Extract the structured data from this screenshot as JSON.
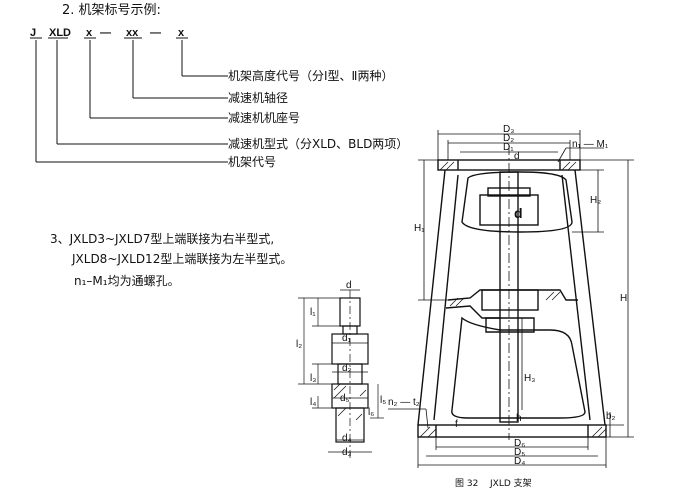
{
  "section2": {
    "heading": "2. 机架标号示例:",
    "code_parts": [
      "J",
      "XLD",
      "x",
      "xx",
      "x"
    ],
    "code_dashes": [
      "—",
      "—"
    ],
    "labels": [
      "机架高度代号（分Ⅰ型、Ⅱ两种）",
      "减速机轴径",
      "减速机机座号",
      "减速机型式（分XLD、BLD两项）",
      "机架代号"
    ]
  },
  "section3": {
    "line1": "3、JXLD3~JXLD7型上端联接为右半型式,",
    "line2": "JXLD8~JXLD12型上端联接为左半型式。",
    "line3": "n₁–M₁均为通螺孔。"
  },
  "drawing": {
    "dims_top": [
      "D₃",
      "D₂",
      "D₁"
    ],
    "dim_n1": "n₁ — M₁",
    "dim_d_small": "d",
    "dim_H2": "H₂",
    "dim_d_big": "d",
    "dim_H1": "H₁",
    "dim_H": "H",
    "dim_H3": "H₃",
    "dim_h": "h",
    "dim_n2": "n₂ — t₂",
    "dim_b2": "b₂",
    "dim_f": "f",
    "dims_bottom": [
      "D₆",
      "D₅",
      "D₄"
    ]
  },
  "detail": {
    "d": "d",
    "l1": "l₁",
    "d1": "d₁",
    "l2": "l₂",
    "l3": "l₃",
    "d2": "d₂",
    "l4": "l₄",
    "d5": "d₅",
    "l6": "l₆",
    "l5": "l₅",
    "d4": "d₄",
    "d3": "d₃"
  },
  "caption": {
    "fig_no": "图 32",
    "name": "JXLD  支架"
  }
}
